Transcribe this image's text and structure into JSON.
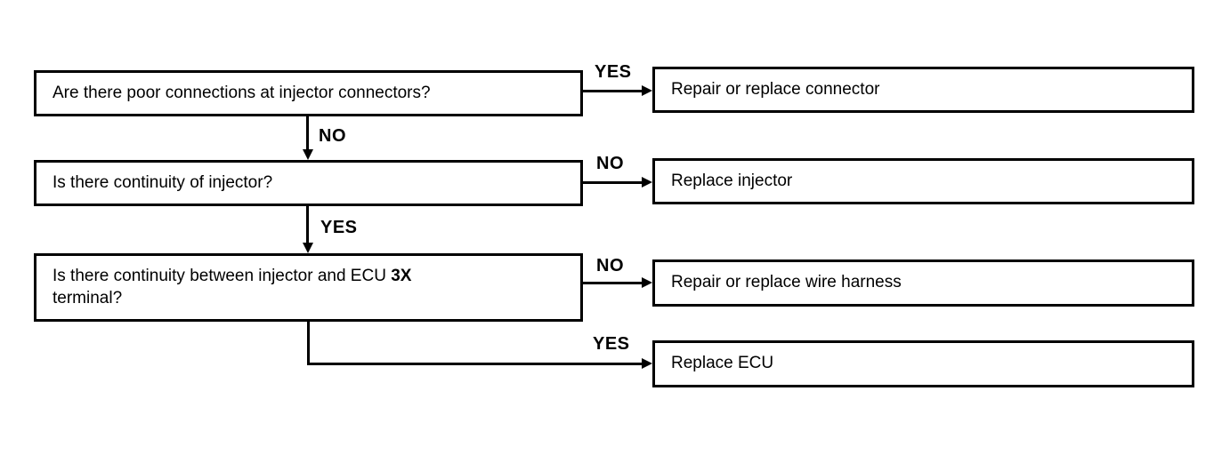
{
  "flowchart": {
    "questions": [
      {
        "label": "Are there poor connections at injector connectors?"
      },
      {
        "label": "Is there continuity of injector?"
      },
      {
        "prefix": "Is there continuity between injector and ECU ",
        "bold": "3X",
        "suffix": "terminal?"
      }
    ],
    "actions": [
      {
        "label": "Repair or replace connector"
      },
      {
        "label": "Replace injector"
      },
      {
        "label": "Repair or replace wire harness"
      },
      {
        "label": "Replace ECU"
      }
    ],
    "connectors": [
      {
        "label": "YES"
      },
      {
        "label": "NO"
      },
      {
        "label": "NO"
      },
      {
        "label": "YES"
      },
      {
        "label": "NO"
      },
      {
        "label": "YES"
      }
    ],
    "colors": {
      "line": "#000000",
      "background": "#ffffff",
      "text": "#000000"
    }
  }
}
